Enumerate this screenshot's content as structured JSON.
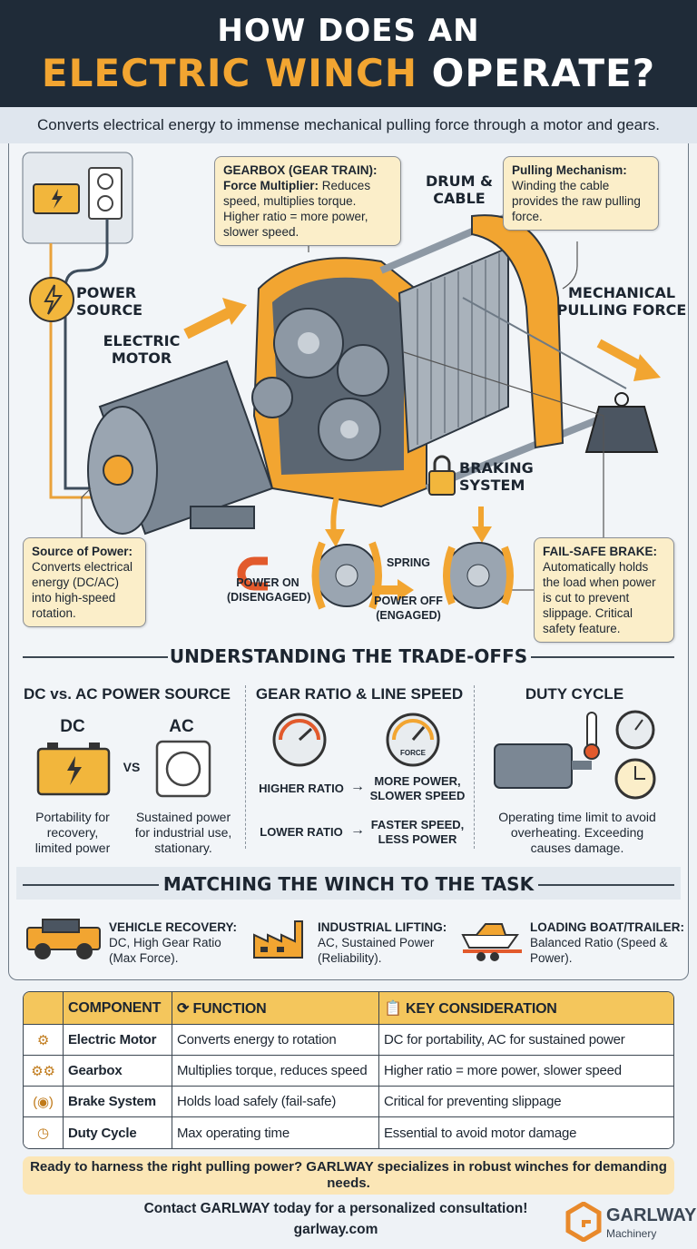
{
  "header": {
    "line1": "HOW DOES AN",
    "line2_accent": "ELECTRIC WINCH",
    "line2_rest": "OPERATE?"
  },
  "subtitle": "Converts electrical energy to immense mechanical pulling force through a motor and gears.",
  "colors": {
    "navy": "#1f2b38",
    "accent": "#f2a531",
    "callout": "#fbeec9",
    "table_header": "#f4c65c"
  },
  "diagram": {
    "labels": {
      "power_source": "POWER SOURCE",
      "electric_motor": "ELECTRIC MOTOR",
      "drum_cable": "DRUM & CABLE",
      "mechanical_force": "MECHANICAL PULLING FORCE",
      "braking_system": "BRAKING SYSTEM",
      "power_on": "POWER ON (DISENGAGED)",
      "spring": "SPRING",
      "power_off": "POWER OFF (ENGAGED)"
    },
    "callouts": {
      "gearbox": {
        "title": "GEARBOX (GEAR TRAIN):",
        "lead": "Force Multiplier:",
        "text": "Reduces speed, multiplies torque. Higher ratio = more power, slower speed."
      },
      "pulling": {
        "title": "Pulling Mechanism:",
        "text": "Winding the cable provides the raw pulling force."
      },
      "source": {
        "title": "Source of Power:",
        "text": "Converts electrical energy (DC/AC) into high-speed rotation."
      },
      "brake": {
        "title": "FAIL-SAFE BRAKE:",
        "text": "Automatically holds the load when power is cut to prevent slippage. Critical safety feature."
      }
    }
  },
  "tradeoffs": {
    "title": "UNDERSTANDING THE TRADE-OFFS",
    "power": {
      "title": "DC vs. AC POWER SOURCE",
      "dc": "DC",
      "ac": "AC",
      "vs": "VS",
      "dc_text": "Portability for recovery, limited power",
      "ac_text": "Sustained power for industrial use, stationary."
    },
    "gear": {
      "title": "GEAR RATIO & LINE SPEED",
      "gauge_label": "FORCE",
      "higher": "HIGHER RATIO",
      "higher_result": "MORE POWER, SLOWER SPEED",
      "lower": "LOWER RATIO",
      "lower_result": "FASTER SPEED, LESS POWER"
    },
    "duty": {
      "title": "DUTY CYCLE",
      "text": "Operating time limit to avoid overheating. Exceeding causes damage."
    }
  },
  "matching": {
    "title": "MATCHING THE WINCH TO THE TASK",
    "items": [
      {
        "title": "VEHICLE RECOVERY:",
        "text": "DC, High Gear Ratio (Max Force).",
        "icon": "jeep-icon"
      },
      {
        "title": "INDUSTRIAL LIFTING:",
        "text": "AC, Sustained Power (Reliability).",
        "icon": "factory-icon"
      },
      {
        "title": "LOADING BOAT/TRAILER:",
        "text": "Balanced Ratio (Speed & Power).",
        "icon": "boat-trailer-icon"
      }
    ]
  },
  "table": {
    "headers": [
      "COMPONENT",
      "FUNCTION",
      "KEY CONSIDERATION"
    ],
    "rows": [
      {
        "component": "Electric Motor",
        "function": "Converts energy to rotation",
        "consideration": "DC for portability, AC for sustained power",
        "icon": "motor-icon"
      },
      {
        "component": "Gearbox",
        "function": "Multiplies torque, reduces speed",
        "consideration": "Higher ratio = more power, slower speed",
        "icon": "gears-icon"
      },
      {
        "component": "Brake System",
        "function": "Holds load safely (fail-safe)",
        "consideration": "Critical for preventing slippage",
        "icon": "brake-icon"
      },
      {
        "component": "Duty Cycle",
        "function": "Max operating time",
        "consideration": "Essential to avoid motor damage",
        "icon": "timer-icon"
      }
    ]
  },
  "cta": {
    "banner": "Ready to harness the right pulling power? GARLWAY specializes in robust winches for demanding needs.",
    "contact": "Contact GARLWAY today for a personalized consultation!",
    "url": "garlway.com"
  },
  "logo": {
    "name": "GARLWAY",
    "tagline": "Machinery"
  }
}
